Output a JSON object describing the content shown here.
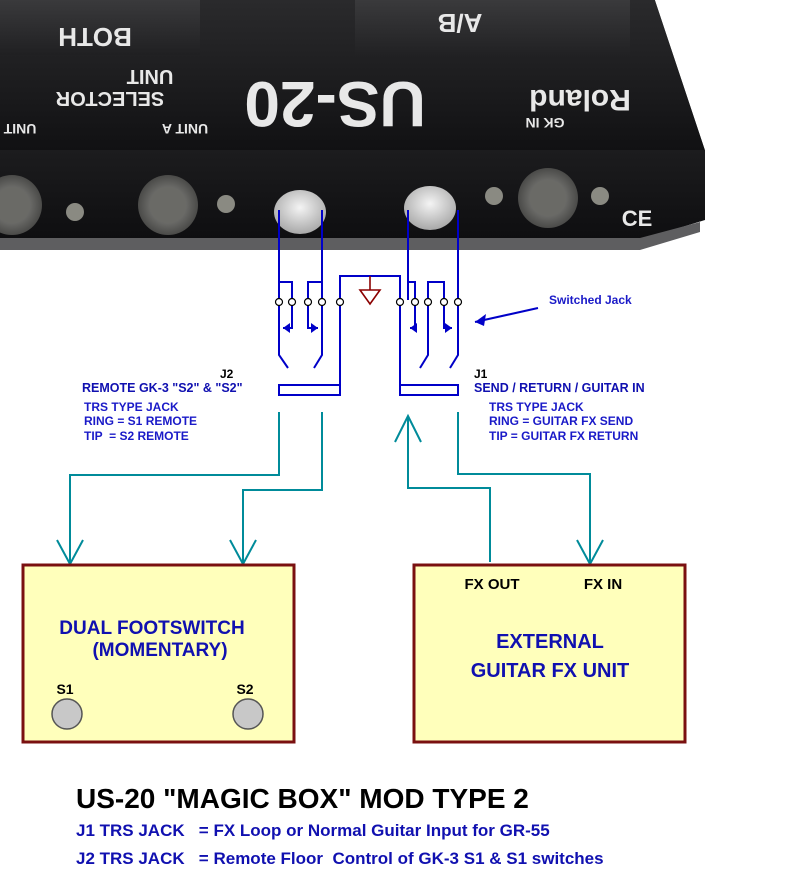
{
  "device": {
    "button_left": "BOTH",
    "button_right": "A/B",
    "brand": "Roland",
    "model": "US-20",
    "model_sub_1": "UNIT",
    "model_sub_2": "SELECTOR",
    "port_unit_a": "UNIT A",
    "port_unit_b": "UNIT",
    "port_gk_in": "GK IN",
    "ce_mark": "CE"
  },
  "annotation": {
    "switched_jack": "Switched Jack"
  },
  "j2": {
    "id": "J2",
    "title": "REMOTE GK-3 \"S2\" & \"S2\"",
    "line1": "TRS TYPE JACK",
    "line2": "RING = S1 REMOTE",
    "line3": "TIP  = S2 REMOTE"
  },
  "j1": {
    "id": "J1",
    "title": "SEND / RETURN / GUITAR IN",
    "line1": "TRS TYPE JACK",
    "line2": "RING = GUITAR FX SEND",
    "line3": "TIP = GUITAR FX RETURN"
  },
  "footswitch": {
    "line1": "DUAL FOOTSWITCH",
    "line2": "(MOMENTARY)",
    "s1": "S1",
    "s2": "S2"
  },
  "fx_unit": {
    "out": "FX OUT",
    "in": "FX IN",
    "line1": "EXTERNAL",
    "line2": "GUITAR FX UNIT"
  },
  "caption": {
    "title": "US-20 \"MAGIC BOX\" MOD TYPE 2",
    "line1": "J1 TRS JACK   = FX Loop or Normal Guitar Input for GR-55",
    "line2": "J2 TRS JACK   = Remote Floor  Control of GK-3 S1 & S1 switches"
  },
  "colors": {
    "wire": "#0000c8",
    "signal": "#008b9a",
    "box_fill": "#ffffbb",
    "box_border": "#7a1010",
    "ground": "#8b0000",
    "footswitch_button": "#c8c8c8"
  }
}
